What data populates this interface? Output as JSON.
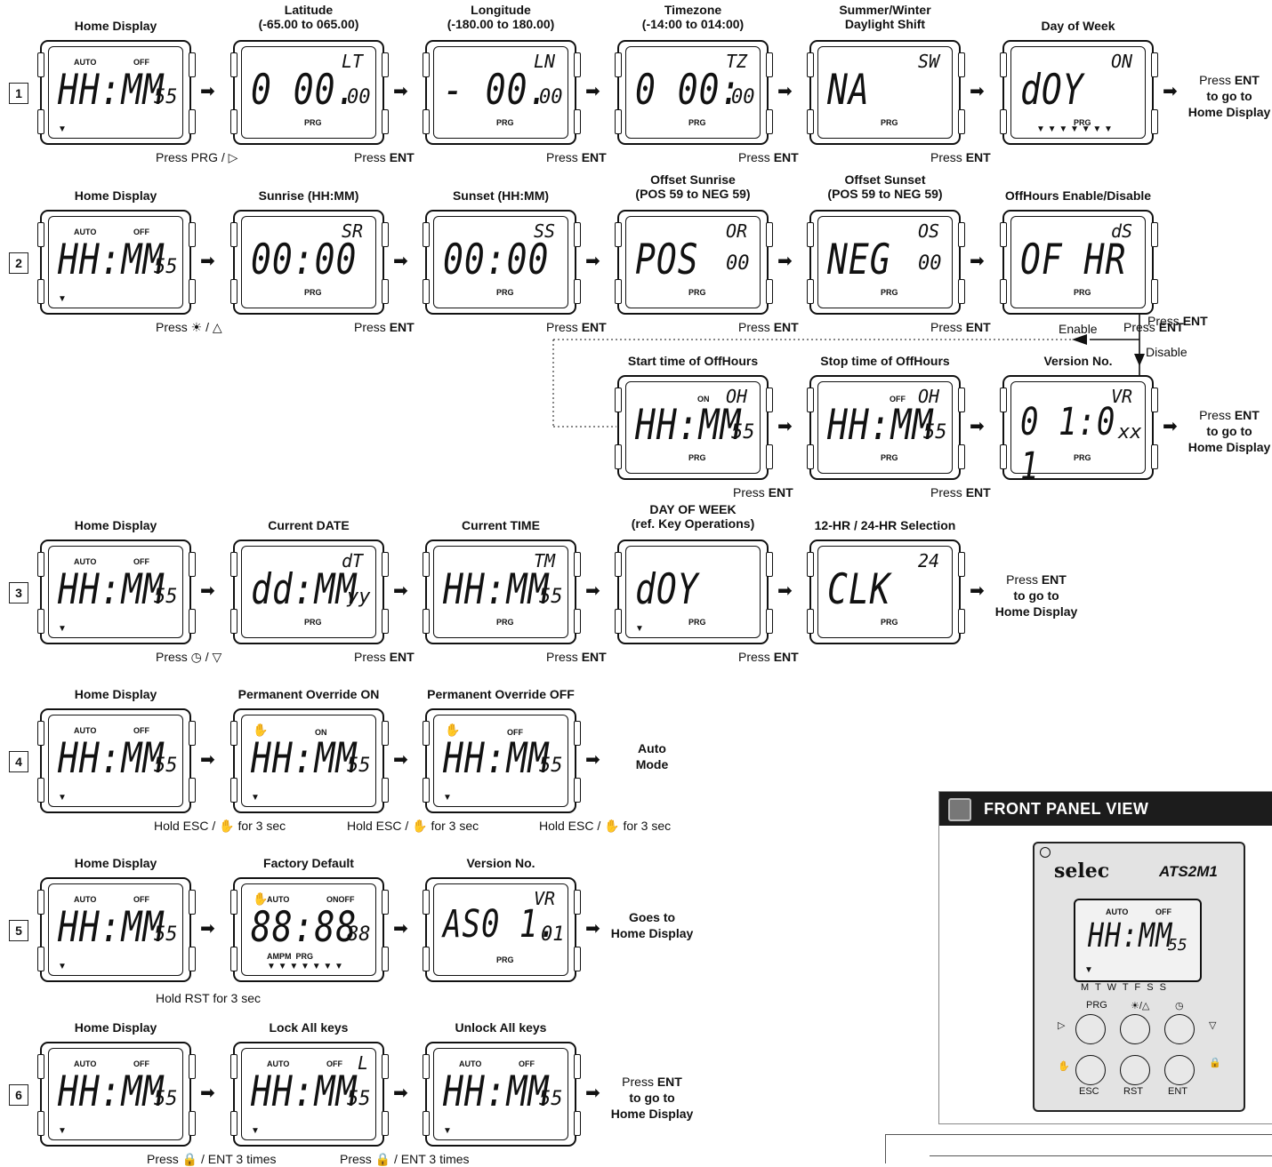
{
  "rows": [
    {
      "number": "1",
      "screens": [
        {
          "title": "Home Display",
          "main": "HH:MM",
          "sec": "55",
          "tags": [
            "AUTO",
            "OFF"
          ],
          "tri": "▼"
        },
        {
          "title": "Latitude\n(-65.00 to 065.00)",
          "main": "0 00.",
          "sec": "00",
          "code": "LT",
          "prg": "PRG"
        },
        {
          "title": "Longitude\n(-180.00 to 180.00)",
          "main": "- 00.",
          "sec": "00",
          "code": "LN",
          "prg": "PRG"
        },
        {
          "title": "Timezone\n(-14:00 to 014:00)",
          "main": "0 00:",
          "sec": "00",
          "code": "TZ",
          "prg": "PRG"
        },
        {
          "title": "Summer/Winter\nDaylight Shift",
          "main": "NA",
          "code": "SW",
          "prg": "PRG"
        },
        {
          "title": "Day of Week",
          "main": "dOY",
          "code": "ON",
          "prg": "PRG",
          "tri": "▼ ▼ ▼ ▼ ▼ ▼ ▼"
        }
      ],
      "press": [
        "Press PRG / ▷",
        "Press",
        "Press",
        "Press",
        "Press"
      ],
      "final": [
        "Press",
        "ENT",
        "to go to",
        "Home Display"
      ]
    },
    {
      "number": "2",
      "screens": [
        {
          "title": "Home Display",
          "main": "HH:MM",
          "sec": "55",
          "tags": [
            "AUTO",
            "OFF"
          ],
          "tri": "▼"
        },
        {
          "title": "Sunrise (HH:MM)",
          "main": "00:00",
          "code": "SR",
          "prg": "PRG"
        },
        {
          "title": "Sunset (HH:MM)",
          "main": "00:00",
          "code": "SS",
          "prg": "PRG"
        },
        {
          "title": "Offset Sunrise\n(POS 59 to NEG 59)",
          "main": "POS",
          "code": "OR",
          "code2": "00",
          "prg": "PRG"
        },
        {
          "title": "Offset Sunset\n(POS 59 to NEG 59)",
          "main": "NEG",
          "code": "OS",
          "code2": "00",
          "prg": "PRG"
        },
        {
          "title": "OffHours Enable/Disable",
          "main": "OF HR",
          "code": "dS",
          "prg": "PRG"
        }
      ],
      "press": [
        "Press ☀ / △",
        "Press",
        "Press",
        "Press",
        "Press",
        "Press"
      ],
      "enable": "Enable",
      "disable": "Disable"
    },
    {
      "number": "",
      "screens": [
        {
          "title": "Start time of OffHours",
          "main": "HH:MM",
          "sec": "55",
          "tags": [
            "ON"
          ],
          "code": "OH",
          "prg": "PRG"
        },
        {
          "title": "Stop time of OffHours",
          "main": "HH:MM",
          "sec": "55",
          "tags": [
            "OFF"
          ],
          "code": "OH",
          "prg": "PRG"
        },
        {
          "title": "Version No.",
          "main": "0 1:0 1",
          "sec": "xx",
          "code": "VR",
          "prg": "PRG"
        }
      ],
      "press": [
        "Press",
        "Press"
      ],
      "final": [
        "Press",
        "ENT",
        "to go to",
        "Home Display"
      ]
    },
    {
      "number": "3",
      "screens": [
        {
          "title": "Home Display",
          "main": "HH:MM",
          "sec": "55",
          "tags": [
            "AUTO",
            "OFF"
          ],
          "tri": "▼"
        },
        {
          "title": "Current DATE",
          "main": "dd:MM",
          "sec": "yy",
          "code": "dT",
          "prg": "PRG"
        },
        {
          "title": "Current TIME",
          "main": "HH:MM",
          "sec": "55",
          "code": "TM",
          "prg": "PRG"
        },
        {
          "title": "DAY OF WEEK\n(ref. Key Operations)",
          "main": "dOY",
          "prg": "PRG",
          "tri": "▼"
        },
        {
          "title": "12-HR / 24-HR Selection",
          "main": "CLK",
          "code": "24",
          "prg": "PRG"
        }
      ],
      "press": [
        "Press ◷ / ▽",
        "Press",
        "Press",
        "Press"
      ],
      "final": [
        "Press",
        "ENT",
        "to go to",
        "Home Display"
      ]
    },
    {
      "number": "4",
      "screens": [
        {
          "title": "Home Display",
          "main": "HH:MM",
          "sec": "55",
          "tags": [
            "AUTO",
            "OFF"
          ],
          "tri": "▼"
        },
        {
          "title": "Permanent Override ON",
          "main": "HH:MM",
          "sec": "55",
          "tags": [
            "ON"
          ],
          "hand": "✋",
          "tri": "▼"
        },
        {
          "title": "Permanent Override OFF",
          "main": "HH:MM",
          "sec": "55",
          "tags": [
            "OFF"
          ],
          "hand": "✋",
          "tri": "▼"
        }
      ],
      "press": [
        "Hold ESC / ✋ for 3 sec",
        "Hold ESC / ✋ for 3 sec",
        "Hold ESC / ✋ for 3 sec"
      ],
      "final": [
        "Auto",
        "Mode"
      ]
    },
    {
      "number": "5",
      "screens": [
        {
          "title": "Home Display",
          "main": "HH:MM",
          "sec": "55",
          "tags": [
            "AUTO",
            "OFF"
          ],
          "tri": "▼"
        },
        {
          "title": "Factory Default",
          "main": "88:88",
          "sec": "88",
          "tags": [
            "AUTO",
            "ONOFF"
          ],
          "hand": "✋",
          "bottom": "AMPM  PRG",
          "tri": "▼ ▼ ▼ ▼ ▼ ▼ ▼"
        },
        {
          "title": "Version No.",
          "main": "AS0 1.",
          "sec": "01",
          "code": "VR",
          "prg": "PRG"
        }
      ],
      "press": [
        "Hold RST for 3 sec"
      ],
      "final": [
        "Goes to",
        "Home Display"
      ]
    },
    {
      "number": "6",
      "screens": [
        {
          "title": "Home Display",
          "main": "HH:MM",
          "sec": "55",
          "tags": [
            "AUTO",
            "OFF"
          ],
          "tri": "▼"
        },
        {
          "title": "Lock All keys",
          "main": "HH:MM",
          "sec": "55",
          "tags": [
            "AUTO",
            "OFF"
          ],
          "code": "L",
          "tri": "▼"
        },
        {
          "title": "Unlock All keys",
          "main": "HH:MM",
          "sec": "55",
          "tags": [
            "AUTO",
            "OFF"
          ],
          "tri": "▼"
        }
      ],
      "press": [
        "Press 🔒 / ENT 3 times",
        "Press 🔒 / ENT 3 times"
      ],
      "final": [
        "Press",
        "ENT",
        "to go to",
        "Home Display"
      ]
    }
  ],
  "press_ent_bold": "ENT",
  "panel": {
    "header": "FRONT PANEL VIEW",
    "brand": "selec",
    "model": "ATS2M1",
    "lcd_tags": [
      "AUTO",
      "OFF"
    ],
    "lcd_main": "HH:MM",
    "lcd_sec": "55",
    "days": "M T W T F S S",
    "btn_top_labels": [
      "PRG",
      "☀/△",
      "◷"
    ],
    "btn_bottom_labels": [
      "ESC",
      "RST",
      "ENT"
    ]
  }
}
